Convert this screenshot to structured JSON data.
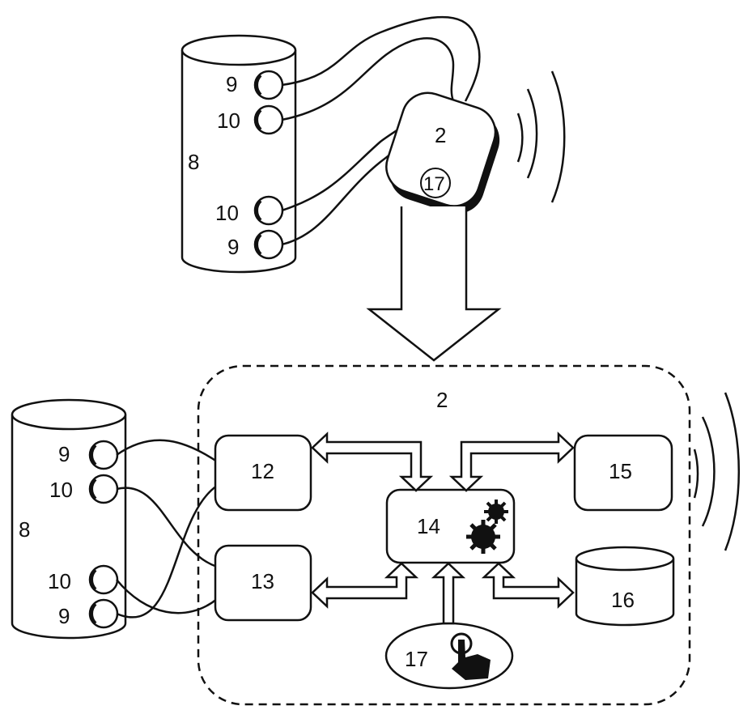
{
  "diagram": {
    "top": {
      "cylinder_label": "8",
      "port_labels": [
        "9",
        "10",
        "10",
        "9"
      ],
      "device_label": "2",
      "device_button_label": "17"
    },
    "bottom": {
      "cylinder_label": "8",
      "port_labels": [
        "9",
        "10",
        "10",
        "9"
      ],
      "device_label": "2",
      "module_12": "12",
      "module_13": "13",
      "module_14": "14",
      "module_15": "15",
      "module_16": "16",
      "module_17": "17"
    }
  }
}
